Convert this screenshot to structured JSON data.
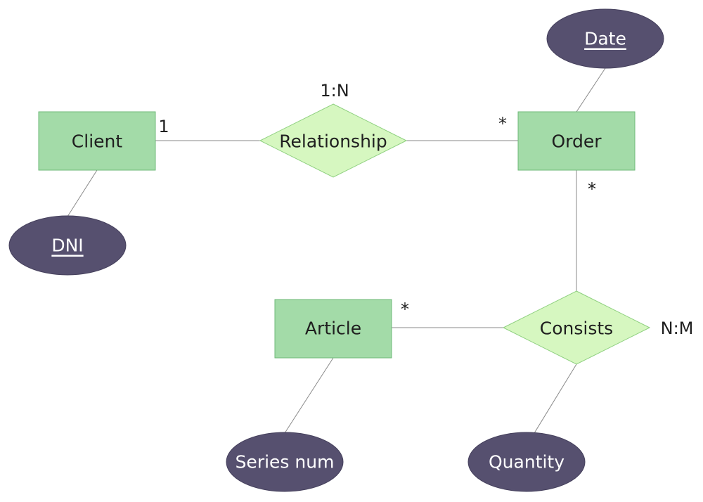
{
  "entities": {
    "client": "Client",
    "order": "Order",
    "article": "Article"
  },
  "relationships": {
    "relationship": "Relationship",
    "consists": "Consists"
  },
  "attributes": {
    "date": "Date",
    "dni": "DNI",
    "series_num": "Series num",
    "quantity": "Quantity"
  },
  "cardinalities": {
    "relationship_type": "1:N",
    "consists_type": "N:M",
    "client_side": "1",
    "order_side_relationship": "*",
    "order_side_consists": "*",
    "article_side": "*"
  },
  "colors": {
    "entity_fill": "#a3dba8",
    "relationship_fill": "#d6f7c0",
    "attribute_fill": "#56506f"
  }
}
